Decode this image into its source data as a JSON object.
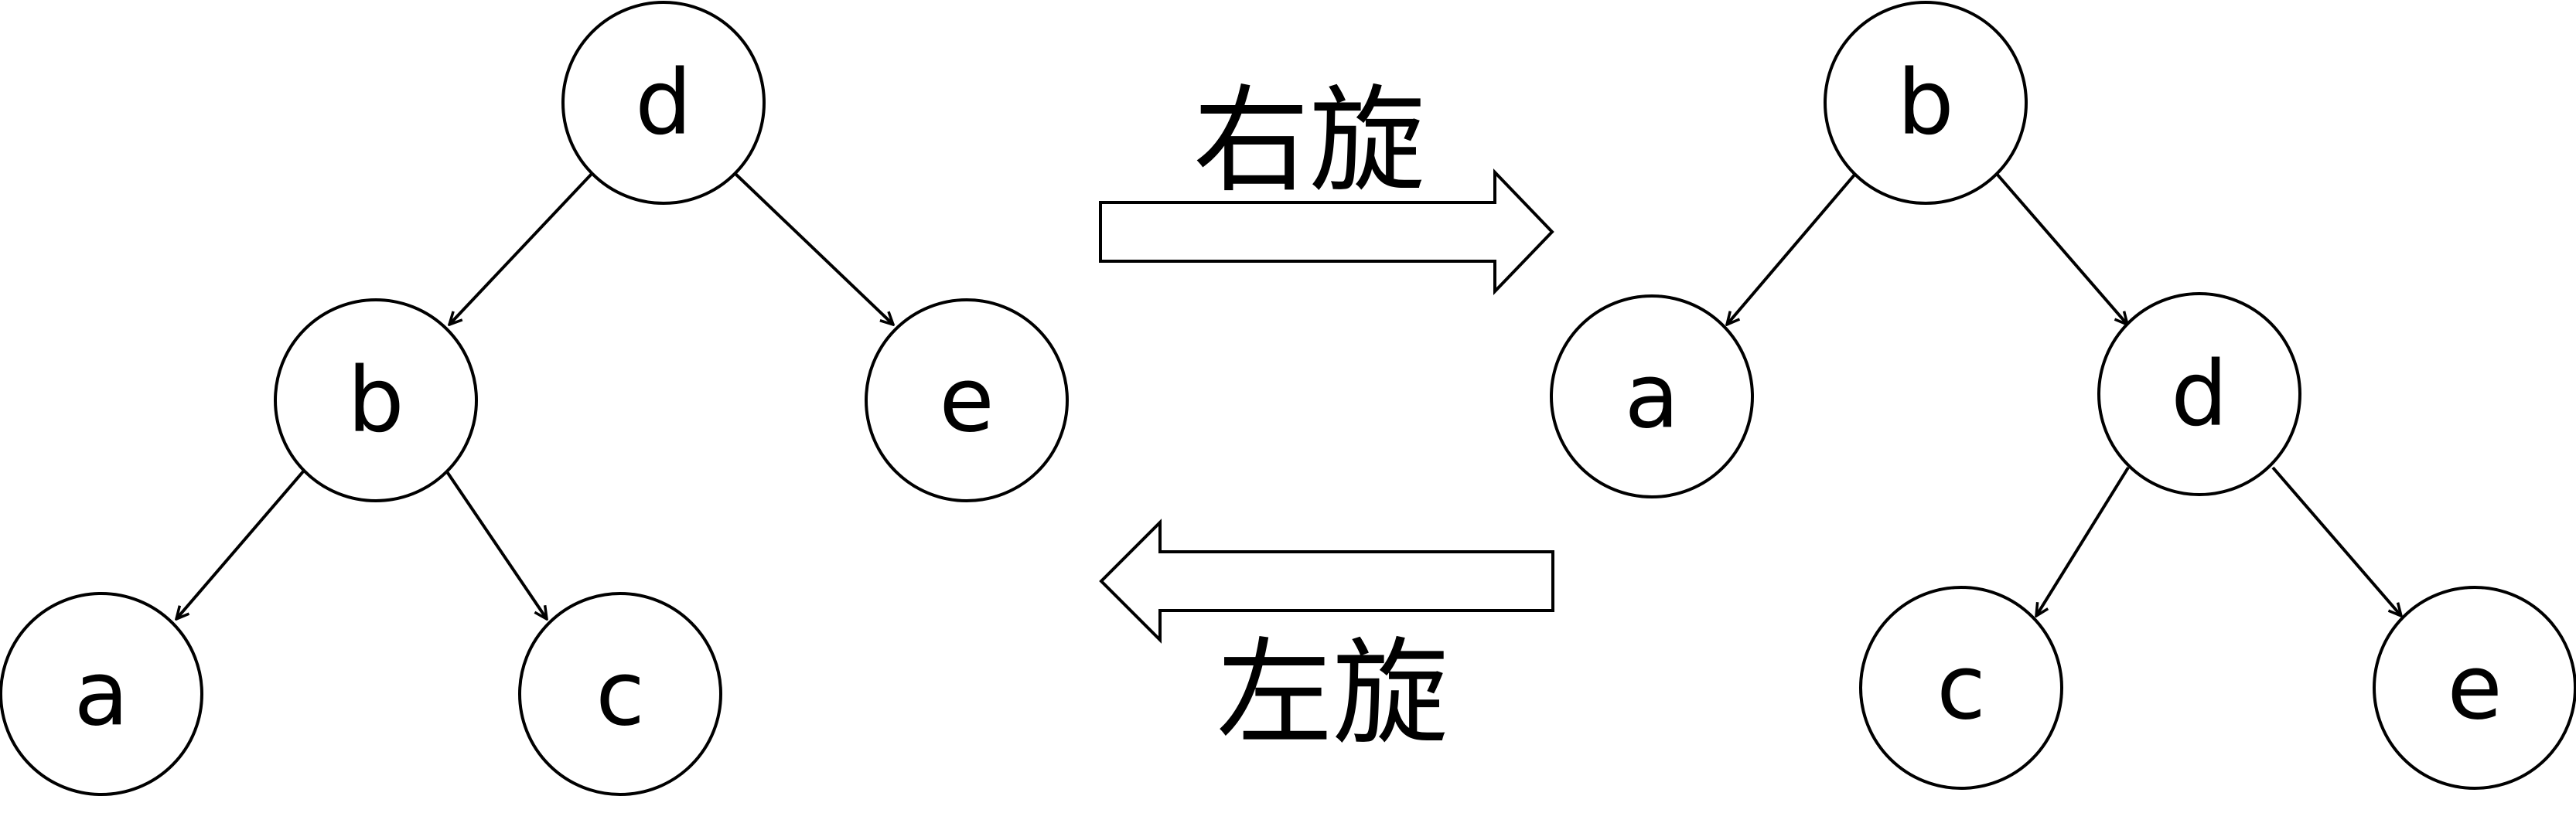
{
  "operations": {
    "right_rotate": "右旋",
    "left_rotate": "左旋"
  },
  "left_tree": {
    "nodes": {
      "d": "d",
      "b": "b",
      "e": "e",
      "a": "a",
      "c": "c"
    },
    "root": "d",
    "edges": [
      [
        "d",
        "b"
      ],
      [
        "d",
        "e"
      ],
      [
        "b",
        "a"
      ],
      [
        "b",
        "c"
      ]
    ]
  },
  "right_tree": {
    "nodes": {
      "b": "b",
      "a": "a",
      "d": "d",
      "c": "c",
      "e": "e"
    },
    "root": "b",
    "edges": [
      [
        "b",
        "a"
      ],
      [
        "b",
        "d"
      ],
      [
        "d",
        "c"
      ],
      [
        "d",
        "e"
      ]
    ]
  },
  "colors": {
    "stroke": "#000000",
    "fill": "#ffffff"
  }
}
